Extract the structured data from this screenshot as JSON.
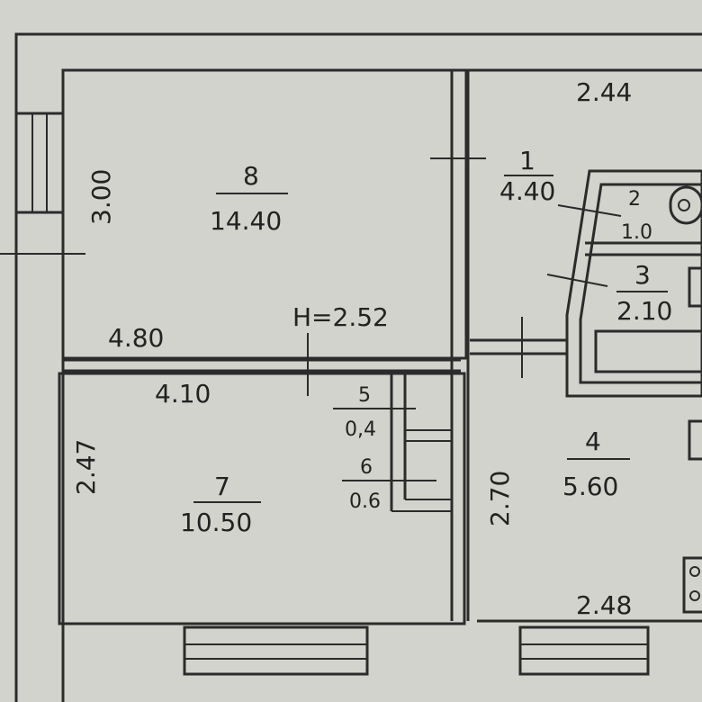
{
  "plan": {
    "ceiling_height": "H=2.52",
    "rooms": [
      {
        "number": "1",
        "area": "4.40"
      },
      {
        "number": "2",
        "area": "1.0"
      },
      {
        "number": "3",
        "area": "2.10"
      },
      {
        "number": "4",
        "area": "5.60"
      },
      {
        "number": "5",
        "area": "0,4"
      },
      {
        "number": "6",
        "area": "0.6"
      },
      {
        "number": "7",
        "area": "10.50"
      },
      {
        "number": "8",
        "area": "14.40"
      }
    ],
    "dimensions": {
      "top_right": "2.44",
      "room8_height": "3.00",
      "room8_width": "4.80",
      "room7_width": "4.10",
      "room7_height": "2.47",
      "room4_height": "2.70",
      "room4_width": "2.48"
    }
  }
}
